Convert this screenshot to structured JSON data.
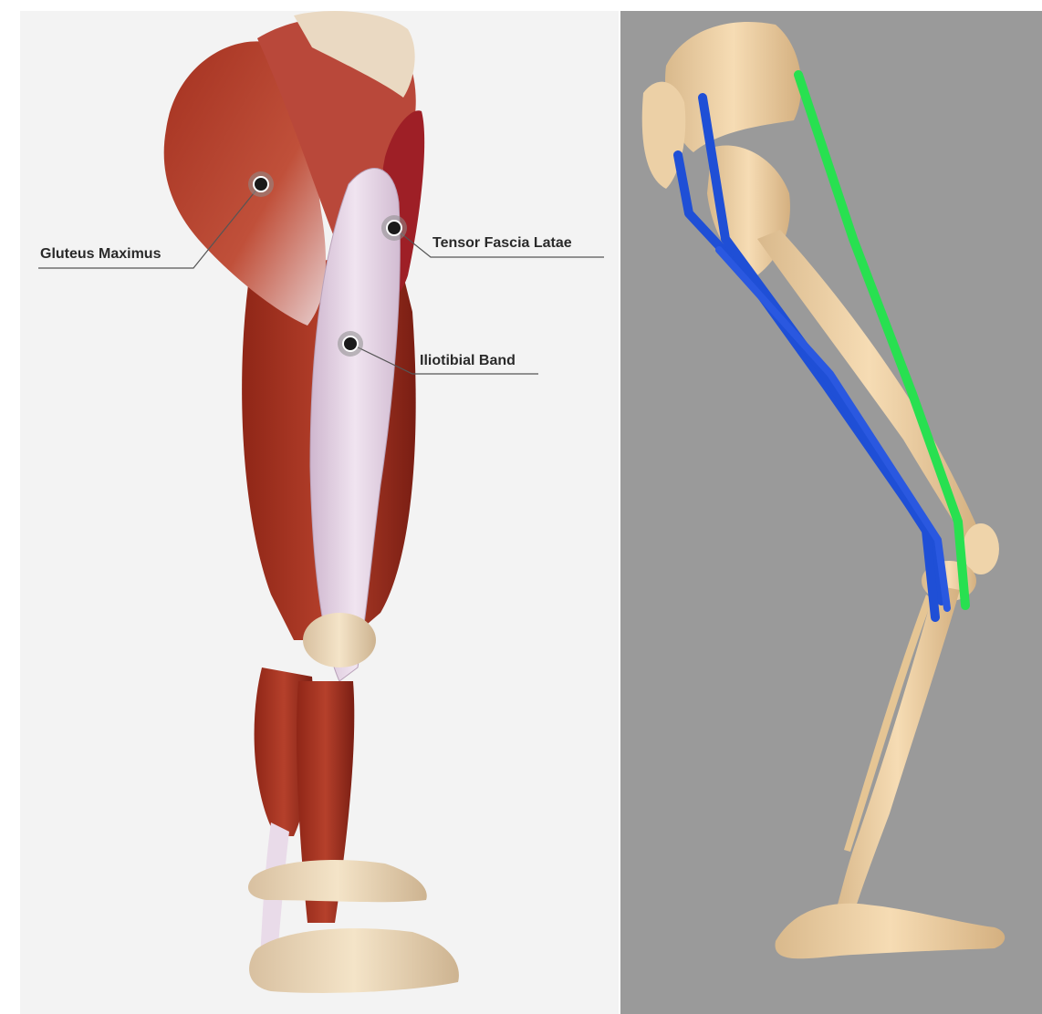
{
  "labels": {
    "gluteus_maximus": "Gluteus Maximus",
    "tensor_fascia_latae": "Tensor Fascia Latae",
    "iliotibial_band": "Iliotibial Band"
  },
  "colors": {
    "left_background": "#f3f3f3",
    "right_background": "#9a9a9a",
    "muscle": "#a8301f",
    "muscle_dark": "#7c1f15",
    "tendon": "#e6d6e6",
    "bone": "#f2d3a6",
    "blue_line": "#1f4fd6",
    "green_line": "#28e050",
    "label_text": "#2a2a2a",
    "leader_line": "#555555"
  }
}
